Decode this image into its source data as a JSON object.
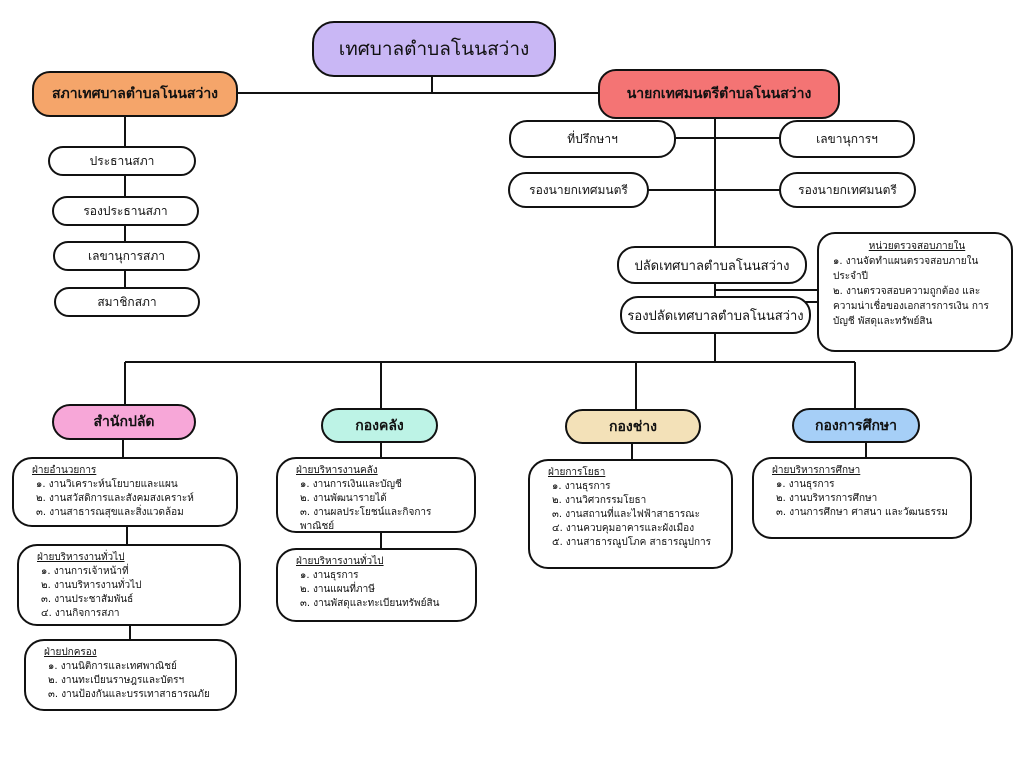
{
  "top": {
    "title": "เทศบาลตำบลโนนสว่าง",
    "color": "#c9b7f5"
  },
  "council": {
    "title": "สภาเทศบาลตำบลโนนสว่าง",
    "color": "#f5a56a",
    "members": [
      "ประธานสภา",
      "รองประธานสภา",
      "เลขานุการสภา",
      "สมาชิกสภา"
    ]
  },
  "mayor": {
    "title": "นายกเทศมนตรีตำบลโนนสว่าง",
    "color": "#f47474",
    "advisor": "ที่ปรึกษาฯ",
    "secretary": "เลขานุการฯ",
    "deputy_left": "รองนายกเทศมนตรี",
    "deputy_right": "รองนายกเทศมนตรี"
  },
  "clerk": {
    "title": "ปลัดเทศบาลตำบลโนนสว่าง",
    "deputy": "รองปลัดเทศบาลตำบลโนนสว่าง"
  },
  "audit": {
    "title": "หน่วยตรวจสอบภายใน",
    "lines": [
      "๑. งานจัดทำแผนตรวจสอบภายใน",
      "ประจำปี",
      "๒. งานตรวจสอบความถูกต้อง และ",
      "ความน่าเชื่อของเอกสารการเงิน การ",
      "บัญชี พัสดุและทรัพย์สิน"
    ]
  },
  "departments": [
    {
      "name": "สำนักปลัด",
      "color": "#f7a7d8",
      "sections": [
        {
          "title": "ฝ่ายอำนวยการ",
          "items": [
            "๑. งานวิเคราะห์นโยบายและแผน",
            "๒. งานสวัสดิการและสังคมสงเคราะห์",
            "๓. งานสาธารณสุขและสิ่งแวดล้อม"
          ]
        },
        {
          "title": "ฝ่ายบริหารงานทั่วไป",
          "items": [
            "๑. งานการเจ้าหน้าที่",
            "๒. งานบริหารงานทั่วไป",
            "๓. งานประชาสัมพันธ์",
            "๔. งานกิจการสภา"
          ]
        },
        {
          "title": "ฝ่ายปกครอง",
          "items": [
            "๑. งานนิติการและเทศพาณิชย์",
            "๒. งานทะเบียนราษฎรและบัตรฯ",
            "๓. งานป้องกันและบรรเทาสาธารณภัย"
          ]
        }
      ]
    },
    {
      "name": "กองคลัง",
      "color": "#bdf3e6",
      "sections": [
        {
          "title": "ฝ่ายบริหารงานคลัง",
          "items": [
            "๑. งานการเงินและบัญชี",
            "๒. งานพัฒนารายได้",
            "๓. งานผลประโยชน์และกิจการพาณิชย์"
          ]
        },
        {
          "title": "ฝ่ายบริหารงานทั่วไป",
          "items": [
            "๑. งานธุรการ",
            "๒. งานแผนที่ภาษี",
            "๓. งานพัสดุและทะเบียนทรัพย์สิน"
          ]
        }
      ]
    },
    {
      "name": "กองช่าง",
      "color": "#f3e1b8",
      "sections": [
        {
          "title": "ฝ่ายการโยธา",
          "items": [
            "๑. งานธุรการ",
            "๒. งานวิศวกรรมโยธา",
            "๓. งานสถานที่และไฟฟ้าสาธารณะ",
            "๔. งานควบคุมอาคารและผังเมือง",
            "๕. งานสาธารณูปโภค สาธารณูปการ"
          ]
        }
      ]
    },
    {
      "name": "กองการศึกษา",
      "color": "#a6cff7",
      "sections": [
        {
          "title": "ฝ่ายบริหารการศึกษา",
          "items": [
            "๑. งานธุรการ",
            "๒. งานบริหารการศึกษา",
            "๓. งานการศึกษา ศาสนา และวัฒนธรรม"
          ]
        }
      ]
    }
  ]
}
